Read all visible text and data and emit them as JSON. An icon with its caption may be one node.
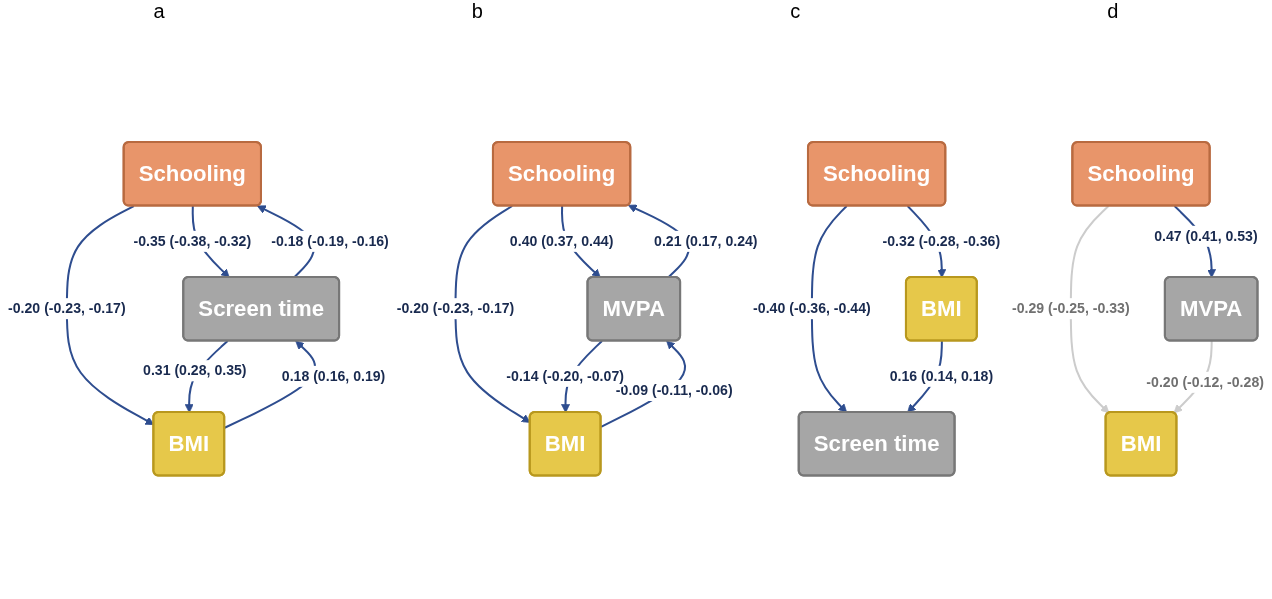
{
  "diagram": {
    "nodes": [
      {
        "text": [
          "Schooling"
        ]
      },
      {
        "text": [
          "Screen time"
        ]
      },
      {
        "text": [
          "BMI"
        ]
      },
      {
        "text": [
          "Schooling"
        ]
      },
      {
        "text": [
          "MVPA"
        ]
      },
      {
        "text": [
          "BMI"
        ]
      },
      {
        "text": [
          "Schooling"
        ]
      },
      {
        "text": [
          "Screen time"
        ]
      },
      {
        "text": [
          "BMI"
        ]
      },
      {
        "text": [
          "Schooling"
        ]
      },
      {
        "text": [
          "MVPA"
        ]
      },
      {
        "text": [
          "BMI"
        ]
      }
    ],
    "edges": [
      {
        "from": 0,
        "to": 1,
        "arrow": "to",
        "label": "-0.35 (-0.38, -0.32)"
      },
      {
        "from": 1,
        "to": 0,
        "arrow": "to",
        "label": "-0.18 (-0.19, -0.16)"
      },
      {
        "from": 0,
        "to": 2,
        "arrow": "to",
        "label": "-0.20 (-0.23, -0.17)"
      },
      {
        "from": 2,
        "to": 1,
        "arrow": "to",
        "label": "0.18 (0.16, 0.19)"
      },
      {
        "from": 1,
        "to": 2,
        "arrow": "to",
        "label": "0.31 (0.28, 0.35)"
      },
      {
        "from": 3,
        "to": 4,
        "arrow": "to",
        "label": "0.40 (0.37, 0.44)"
      },
      {
        "from": 4,
        "to": 3,
        "arrow": "to",
        "label": "0.21 (0.17, 0.24)"
      },
      {
        "from": 3,
        "to": 5,
        "arrow": "to",
        "label": "-0.20 (-0.23, -0.17)"
      },
      {
        "from": 5,
        "to": 4,
        "arrow": "to",
        "label": "-0.09 (-0.11, -0.06)"
      },
      {
        "from": 4,
        "to": 5,
        "arrow": "to",
        "label": "-0.14 (-0.20, -0.07)"
      },
      {
        "from": 6,
        "to": 7,
        "arrow": "to",
        "label": "-0.40 (-0.36, -0.44)"
      },
      {
        "from": 6,
        "to": 8,
        "arrow": "to",
        "label": "-0.32 (-0.28, -0.36)"
      },
      {
        "from": 8,
        "to": 7,
        "arrow": "to",
        "label": "0.16 (0.14, 0.18)"
      },
      {
        "from": 9,
        "to": 10,
        "arrow": "to",
        "label": "0.47 (0.41, 0.53)"
      },
      {
        "from": 9,
        "to": 11,
        "arrow": "to",
        "label": "-0.29 (-0.25, -0.33)",
        "color": "#cccccc"
      },
      {
        "from": 10,
        "to": 11,
        "arrow": "to",
        "label": "-0.20 (-0.12, -0.28)",
        "color": "#cccccc"
      }
    ],
    "labels": [
      "a",
      "b",
      "c",
      "d"
    ]
  }
}
